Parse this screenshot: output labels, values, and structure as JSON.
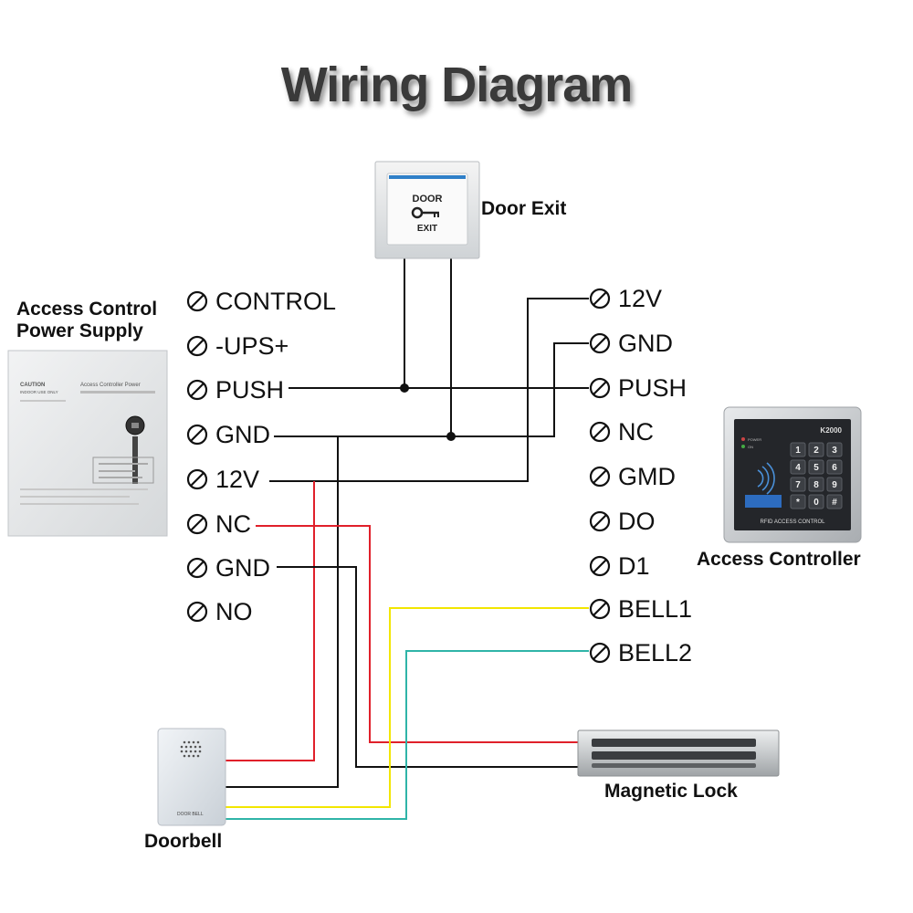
{
  "title": "Wiring Diagram",
  "devices": {
    "door_exit": {
      "label": "Door Exit",
      "plate_line1": "DOOR",
      "plate_line2": "EXIT"
    },
    "power_supply": {
      "label_line1": "Access Control",
      "label_line2": "Power Supply",
      "sticker_caution": "CAUTION",
      "sticker_indoor": "INDOOR USE ONLY",
      "sticker_title": "Access Controller Power"
    },
    "access_controller": {
      "label": "Access Controller",
      "model": "K2000",
      "led1": "POWER",
      "led2": "ON",
      "footer": "RFID ACCESS CONTROL",
      "keys": [
        "1",
        "2",
        "3",
        "4",
        "5",
        "6",
        "7",
        "8",
        "9",
        "*",
        "0",
        "#"
      ]
    },
    "doorbell": {
      "label": "Doorbell",
      "plate": "DOOR BELL"
    },
    "magnetic_lock": {
      "label": "Magnetic Lock"
    }
  },
  "power_terminals": [
    "CONTROL",
    "-UPS+",
    "PUSH",
    "GND",
    "12V",
    "NC",
    "GND",
    "NO"
  ],
  "controller_terminals": [
    "12V",
    "GND",
    "PUSH",
    "NC",
    "GMD",
    "DO",
    "D1",
    "BELL1",
    "BELL2"
  ],
  "wire_colors": {
    "black": "#111111",
    "red": "#e0202a",
    "yellow": "#f2e600",
    "teal": "#2fb4a8"
  }
}
